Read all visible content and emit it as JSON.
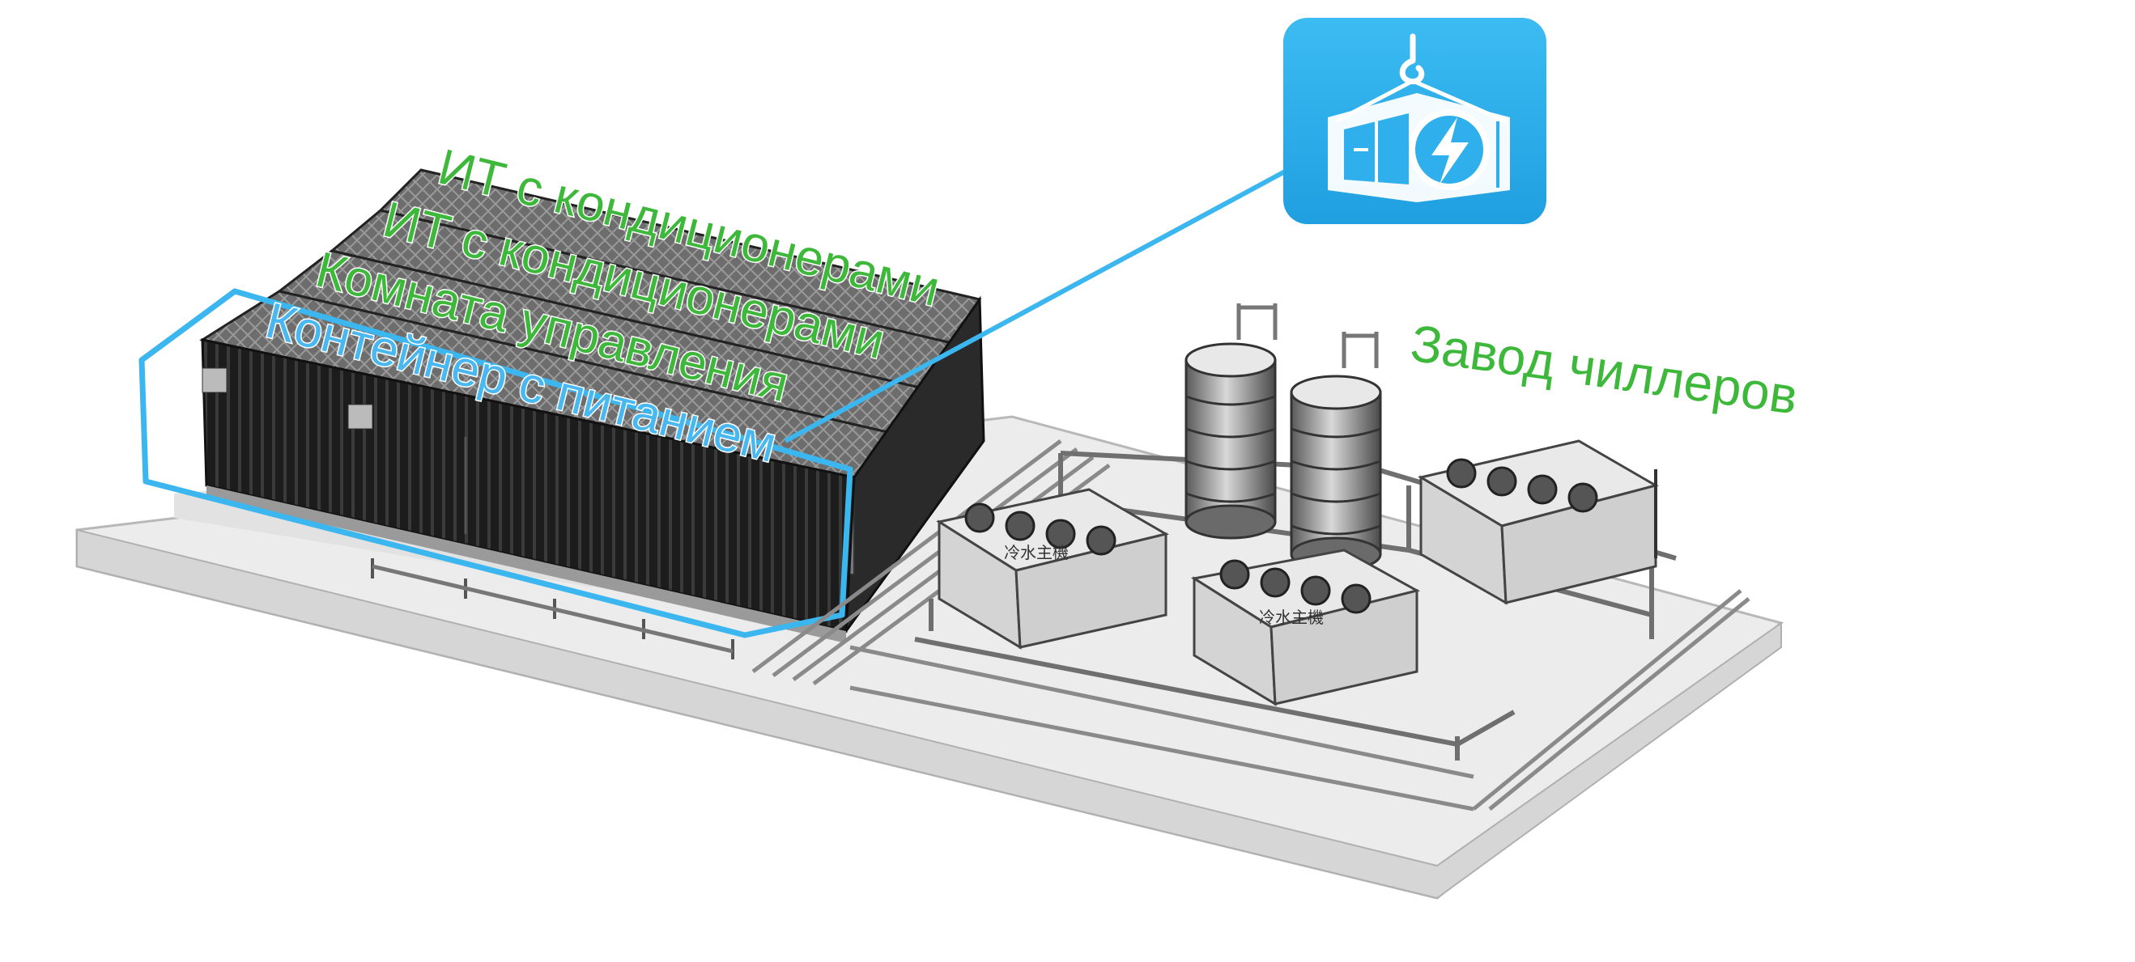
{
  "labels": {
    "it_ac_1": "ИТ с кондиционерами",
    "it_ac_2": "ИТ с кондиционерами",
    "control_room": "Комната управления",
    "power_container": "Контейнер с питанием",
    "chiller_plant": "Завод чиллеров"
  },
  "chiller_unit_label": "冷水主機",
  "colors": {
    "label_green": "#3db83a",
    "highlight_blue": "#49b8f0",
    "icon_bg": "#2fb0ec"
  },
  "icons": {
    "callout_icon": "container-crane-power-icon"
  }
}
